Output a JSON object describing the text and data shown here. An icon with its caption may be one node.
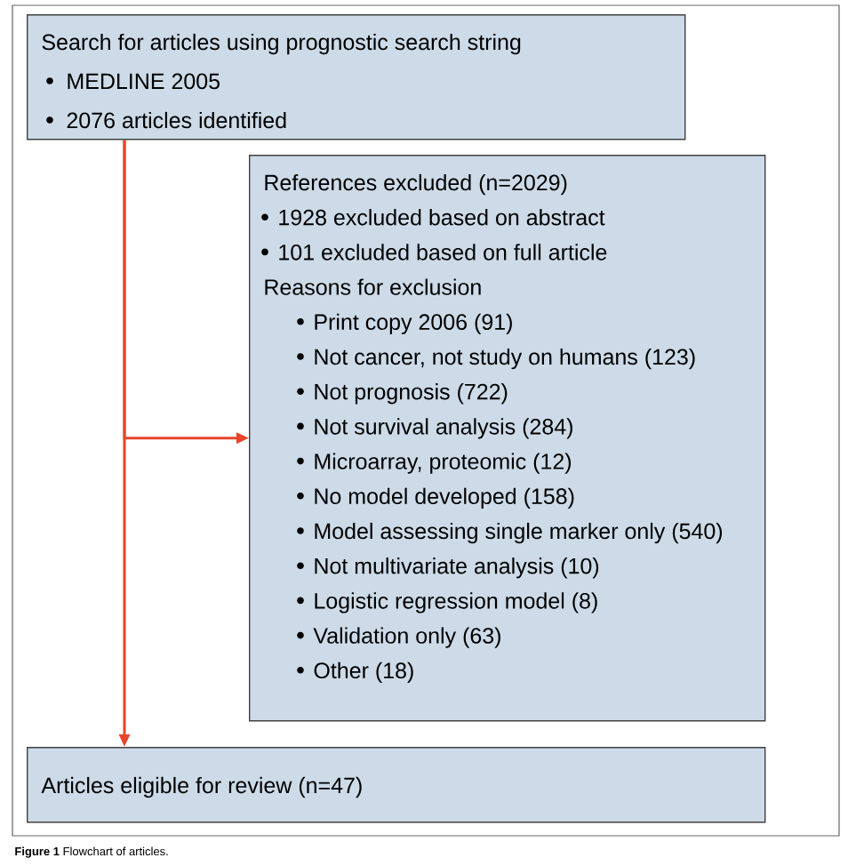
{
  "diagram": {
    "caption": "**Figure 1** Flowchart of articles.",
    "nodes": [
      {
        "text": [
          "Search for articles using prognostic search string",
          "MEDLINE 2005",
          "2076 articles identified"
        ]
      },
      {
        "text": [
          "References excluded (n=2029)",
          "1928 excluded based on abstract",
          "101 excluded based on full article",
          "Reasons for exclusion",
          "Print copy 2006 (91)",
          "Not cancer, not study on humans (123)",
          "Not prognosis (722)",
          "Not survival analysis (284)",
          "Microarray, proteomic (12)",
          "No model developed (158)",
          "Model assessing single marker only (540)",
          "Not multivariate analysis (10)",
          "Logistic regression model (8)",
          "Validation only (63)",
          "Other (18)"
        ]
      },
      {
        "text": [
          "Articles eligible for review (n=47)"
        ]
      }
    ],
    "edges": [
      {
        "from": 0,
        "to": 2,
        "arrow": "to"
      },
      {
        "from": 0,
        "to": 1,
        "arrow": "to"
      }
    ]
  }
}
